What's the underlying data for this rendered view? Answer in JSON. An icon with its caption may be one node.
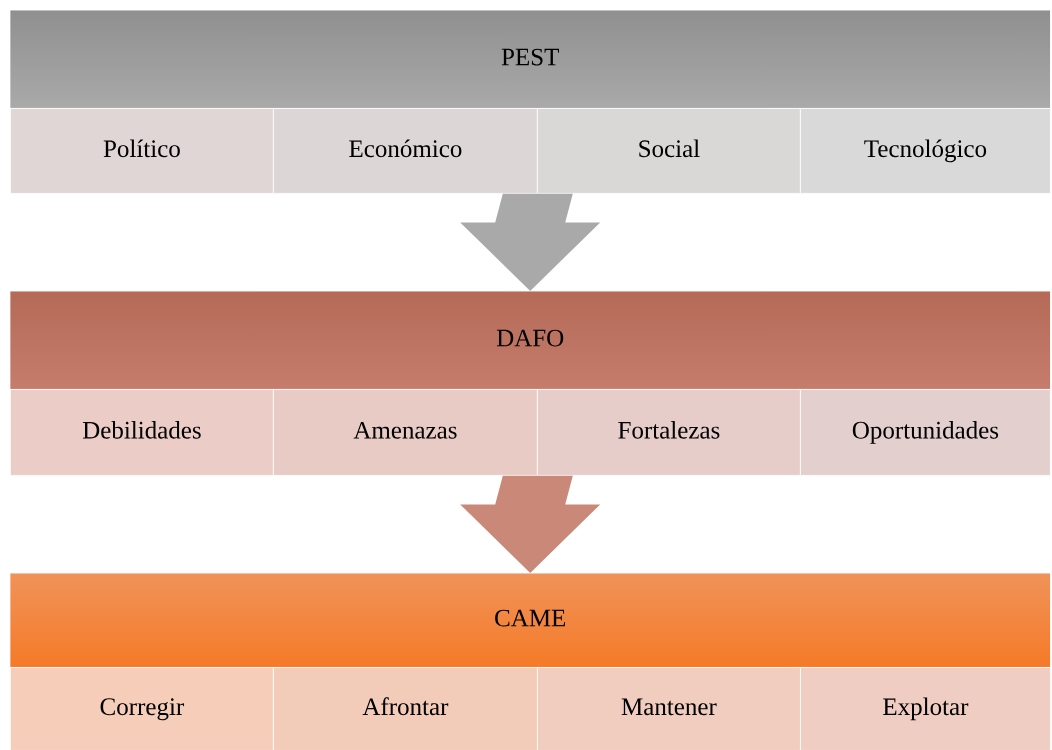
{
  "diagram": {
    "nodes": [
      {
        "text": [
          "PEST"
        ]
      },
      {
        "text": [
          "Político"
        ]
      },
      {
        "text": [
          "Económico"
        ]
      },
      {
        "text": [
          "Social"
        ]
      },
      {
        "text": [
          "Tecnológico"
        ]
      },
      {
        "text": [
          "DAFO"
        ]
      },
      {
        "text": [
          "Debilidades"
        ]
      },
      {
        "text": [
          "Amenazas"
        ]
      },
      {
        "text": [
          "Fortalezas"
        ]
      },
      {
        "text": [
          "Oportunidades"
        ]
      },
      {
        "text": [
          "CAME"
        ]
      },
      {
        "text": [
          "Corregir"
        ]
      },
      {
        "text": [
          "Afrontar"
        ]
      },
      {
        "text": [
          "Mantener"
        ]
      },
      {
        "text": [
          "Explotar"
        ]
      }
    ],
    "edges": [
      {
        "from": 2,
        "to": 5,
        "arrow": "to",
        "color": "#a9a9a9"
      },
      {
        "from": 7,
        "to": 10,
        "arrow": "to",
        "color": "#c98878"
      }
    ]
  }
}
